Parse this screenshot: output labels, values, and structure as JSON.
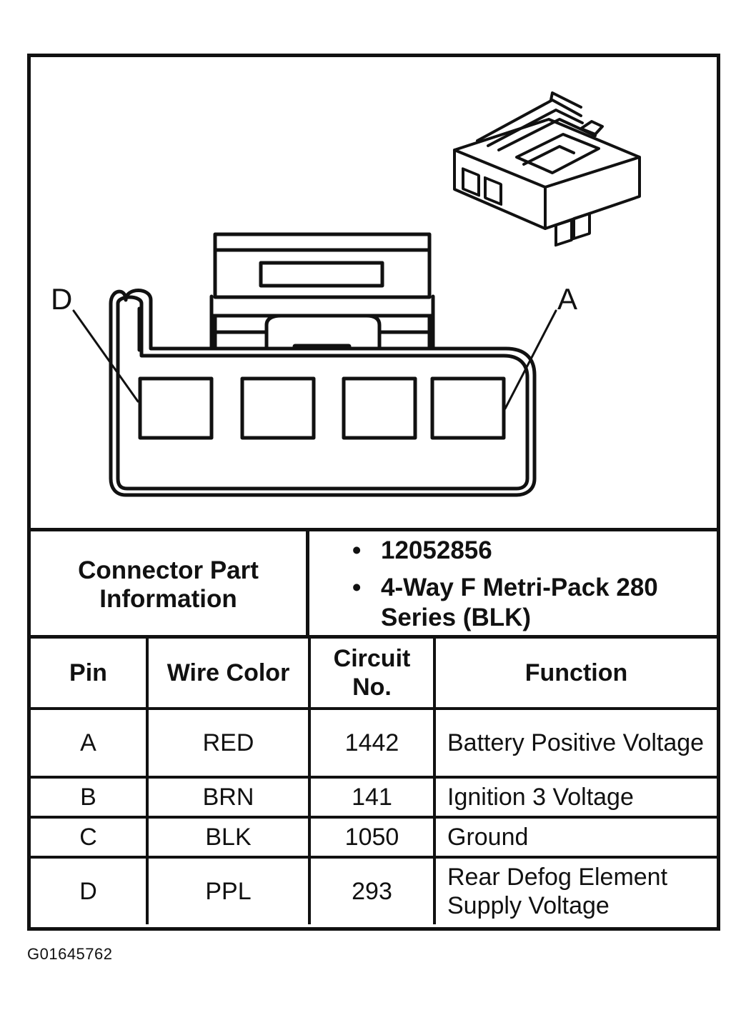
{
  "diagram": {
    "callouts": {
      "left_pin": "D",
      "right_pin": "A"
    }
  },
  "connector_info": {
    "label": "Connector Part Information",
    "values": [
      "12052856",
      "4-Way F Metri-Pack 280 Series (BLK)"
    ],
    "bullet": "•"
  },
  "table": {
    "headers": {
      "pin": "Pin",
      "wire_color": "Wire Color",
      "circuit_no": "Circuit No.",
      "function": "Function"
    },
    "rows": [
      {
        "pin": "A",
        "wire_color": "RED",
        "circuit_no": "1442",
        "function": "Battery Positive Voltage"
      },
      {
        "pin": "B",
        "wire_color": "BRN",
        "circuit_no": "141",
        "function": "Ignition 3 Voltage"
      },
      {
        "pin": "C",
        "wire_color": "BLK",
        "circuit_no": "1050",
        "function": "Ground"
      },
      {
        "pin": "D",
        "wire_color": "PPL",
        "circuit_no": "293",
        "function": "Rear Defog Element Supply Voltage"
      }
    ]
  },
  "figure_id": "G01645762"
}
